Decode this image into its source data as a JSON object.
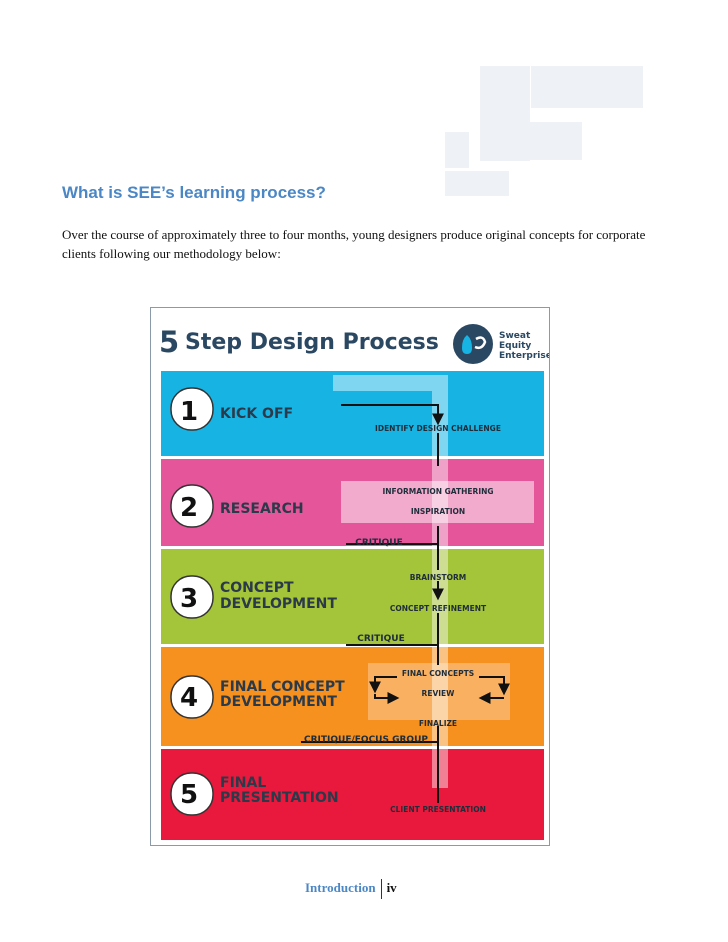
{
  "heading": "What is SEE’s learning process?",
  "intro": "Over the course of approximately three to four months, young designers produce original concepts for corporate clients following our methodology below:",
  "diagram": {
    "title_number": "5",
    "title": "Step Design Process",
    "logo": {
      "line1": "Sweat",
      "line2": "Equity",
      "line3": "Enterprises"
    },
    "colors": {
      "blue": "#17b4e3",
      "pink": "#e4559a",
      "green": "#a4c43a",
      "orange": "#f6901e",
      "red": "#e8193c"
    },
    "steps": [
      {
        "number": "1",
        "line1": "KICK OFF",
        "line2": ""
      },
      {
        "number": "2",
        "line1": "RESEARCH",
        "line2": ""
      },
      {
        "number": "3",
        "line1": "CONCEPT",
        "line2": "DEVELOPMENT"
      },
      {
        "number": "4",
        "line1": "FINAL CONCEPT",
        "line2": "DEVELOPMENT"
      },
      {
        "number": "5",
        "line1": "FINAL",
        "line2": "PRESENTATION"
      }
    ],
    "activities": {
      "identify": "IDENTIFY DESIGN CHALLENGE",
      "info": "INFORMATION GATHERING",
      "inspiration": "INSPIRATION",
      "critique1": "CRITIQUE",
      "brainstorm": "BRAINSTORM",
      "refinement": "CONCEPT REFINEMENT",
      "critique2": "CRITIQUE",
      "final_concepts": "FINAL CONCEPTS",
      "review": "REVIEW",
      "finalize": "FINALIZE",
      "critique_focus": "CRITIQUE/FOCUS GROUP",
      "client_presentation": "CLIENT PRESENTATION"
    }
  },
  "footer": {
    "label": "Introduction",
    "page": "iv"
  }
}
